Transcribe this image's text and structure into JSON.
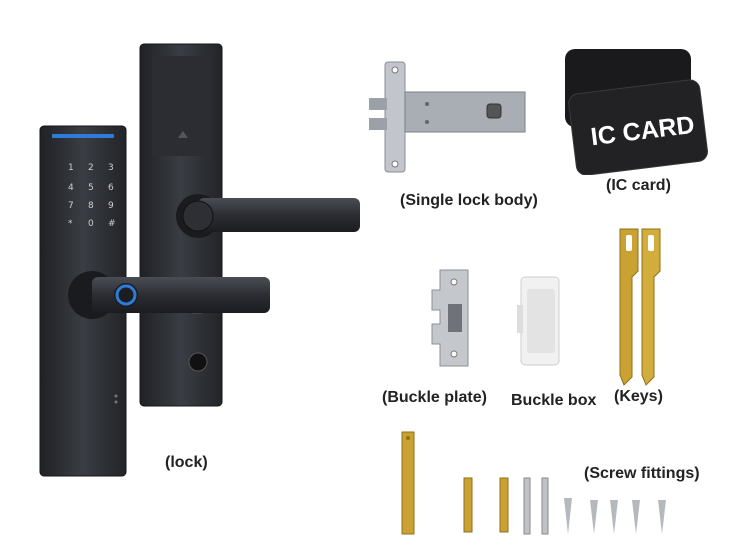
{
  "labels": {
    "lock": "(lock)",
    "single_lock_body": "(Single lock body)",
    "ic_card": "(IC card)",
    "buckle_plate": "(Buckle plate)",
    "buckle_box": "Buckle box",
    "keys": "(Keys)",
    "screw_fittings": "(Screw fittings)"
  },
  "ic_card_text": "IC CARD",
  "keypad": {
    "keys": [
      "1",
      "2",
      "3",
      "4",
      "5",
      "6",
      "7",
      "8",
      "9",
      "*",
      "0",
      "#"
    ]
  },
  "colors": {
    "lock_body": "#2a2c31",
    "indicator_blue": "#2f7cd8",
    "brass": "#c9a233",
    "steel": "#b9bcc2"
  }
}
